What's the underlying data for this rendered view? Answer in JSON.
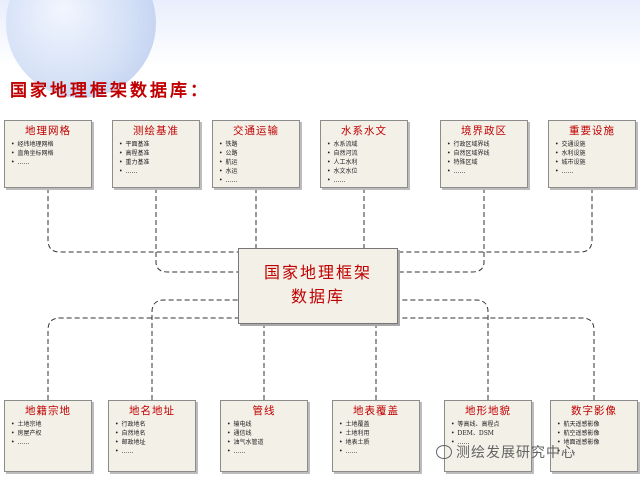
{
  "colors": {
    "title": "#c00000",
    "box_fill": "#f3f0e8",
    "box_border": "#8c8c8c",
    "connector": "#333333"
  },
  "title": "国家地理框架数据库：",
  "center": {
    "line1": "国家地理框架",
    "line2": "数据库"
  },
  "top_boxes": [
    {
      "title": "地理网格",
      "items": [
        "经纬地理网格",
        "直角坐标网格",
        "……"
      ]
    },
    {
      "title": "测绘基准",
      "items": [
        "平面基准",
        "高程基准",
        "重力基准",
        "……"
      ]
    },
    {
      "title": "交通运输",
      "items": [
        "铁路",
        "公路",
        "航运",
        "水运",
        "……"
      ]
    },
    {
      "title": "水系水文",
      "items": [
        "水系流域",
        "自然河流",
        "人工水利",
        "水文水位",
        "……"
      ]
    },
    {
      "title": "境界政区",
      "items": [
        "行政区域界线",
        "自然区域界线",
        "特殊区域",
        "……"
      ]
    },
    {
      "title": "重要设施",
      "items": [
        "交通设施",
        "水利设施",
        "城市设施",
        "……"
      ]
    }
  ],
  "bottom_boxes": [
    {
      "title": "地籍宗地",
      "items": [
        "土地宗地",
        "房屋产权",
        "……"
      ]
    },
    {
      "title": "地名地址",
      "items": [
        "行政地名",
        "自然地名",
        "邮政地址",
        "……"
      ]
    },
    {
      "title": "管线",
      "items": [
        "输电线",
        "通信线",
        "油气水管道",
        "……"
      ]
    },
    {
      "title": "地表覆盖",
      "items": [
        "土地覆盖",
        "土地利用",
        "地表土质",
        "……"
      ]
    },
    {
      "title": "地形地貌",
      "items": [
        "等高线、高程点",
        "DEM、DSM",
        "……"
      ]
    },
    {
      "title": "数字影像",
      "items": [
        "航天遥感影像",
        "航空遥感影像",
        "地面遥感影像",
        "……"
      ]
    }
  ],
  "watermark": {
    "icon": "wechat-icon",
    "text": "测绘发展研究中心"
  }
}
